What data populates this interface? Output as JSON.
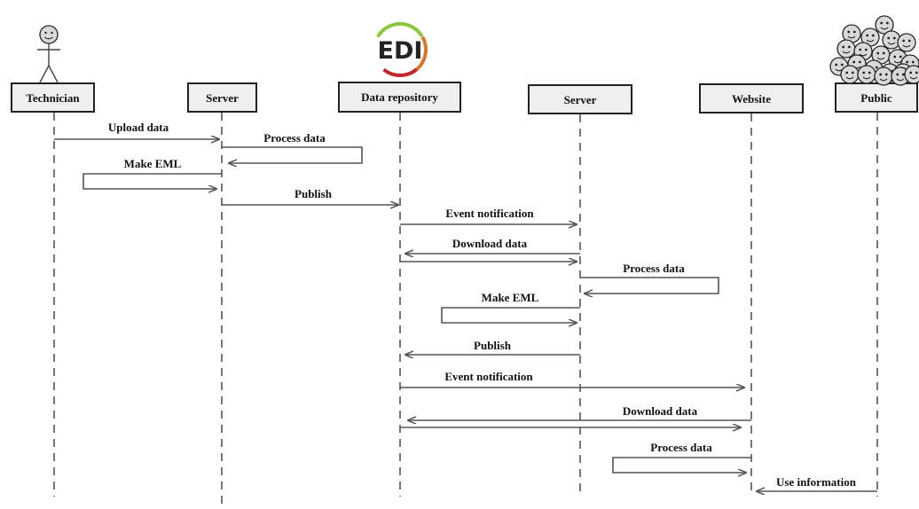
{
  "participants": [
    {
      "id": "technician",
      "label": "Technician"
    },
    {
      "id": "server1",
      "label": "Server"
    },
    {
      "id": "repo",
      "label": "Data repository"
    },
    {
      "id": "server2",
      "label": "Server"
    },
    {
      "id": "website",
      "label": "Website"
    },
    {
      "id": "public",
      "label": "Public"
    }
  ],
  "logo": {
    "text": "EDI",
    "colors": [
      "#8cc63f",
      "#d9782d",
      "#c1272d"
    ]
  },
  "messages": [
    {
      "label": "Upload data",
      "from": "technician",
      "to": "server1"
    },
    {
      "label": "Process data",
      "from": "server1",
      "to": "server1"
    },
    {
      "label": "Make EML",
      "from": "server1",
      "to": "server1"
    },
    {
      "label": "Publish",
      "from": "server1",
      "to": "repo"
    },
    {
      "label": "Event notification",
      "from": "repo",
      "to": "server2"
    },
    {
      "label": "Download data",
      "from": "server2",
      "to": "repo"
    },
    {
      "label": "Process data",
      "from": "server2",
      "to": "server2"
    },
    {
      "label": "Make EML",
      "from": "server2",
      "to": "server2"
    },
    {
      "label": "Publish",
      "from": "server2",
      "to": "repo"
    },
    {
      "label": "Event notification",
      "from": "repo",
      "to": "website"
    },
    {
      "label": "Download data",
      "from": "website",
      "to": "repo"
    },
    {
      "label": "Process data",
      "from": "website",
      "to": "website"
    },
    {
      "label": "Use information",
      "from": "public",
      "to": "website"
    }
  ],
  "colors": {
    "line": "#555555",
    "box_fill": "#efefef",
    "box_stroke": "#222222"
  }
}
